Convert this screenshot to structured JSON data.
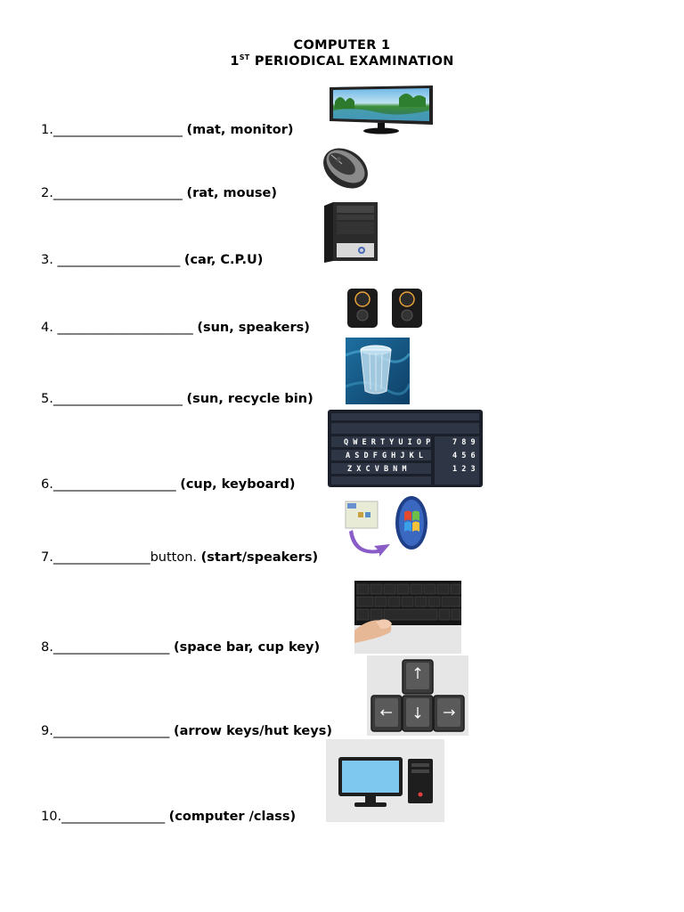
{
  "header": {
    "line1": "COMPUTER 1",
    "line2_num": "1",
    "line2_sup": "ST",
    "line2_rest": " PERIODICAL EXAMINATION"
  },
  "questions": [
    {
      "num": "1.",
      "blank": "____________________ ",
      "mid": "",
      "choices": "(mat, monitor)",
      "image": "monitor-image"
    },
    {
      "num": "2.",
      "blank": "____________________ ",
      "mid": "",
      "choices": "(rat, mouse)",
      "image": "mouse-image"
    },
    {
      "num": "3.",
      "blank": " ___________________  ",
      "mid": "",
      "choices": "(car, C.P.U)",
      "image": "cpu-tower-image"
    },
    {
      "num": "4.",
      "blank": " _____________________ ",
      "mid": "",
      "choices": "(sun, speakers)",
      "image": "speakers-image"
    },
    {
      "num": "5.",
      "blank": "____________________ ",
      "mid": "",
      "choices": "(sun, recycle bin)",
      "image": "recycle-bin-image"
    },
    {
      "num": "6.",
      "blank": "___________________ ",
      "mid": "",
      "choices": "(cup, keyboard)",
      "image": "keyboard-image"
    },
    {
      "num": "7.",
      "blank": "_______________",
      "mid": "button. ",
      "choices": "(start/speakers)",
      "image": "start-button-image"
    },
    {
      "num": "8.",
      "blank": "__________________ ",
      "mid": "",
      "choices": "(space bar, cup key)",
      "image": "space-bar-image"
    },
    {
      "num": "9.",
      "blank": "__________________ ",
      "mid": "",
      "choices": "(arrow keys/hut keys)",
      "image": "arrow-keys-image"
    },
    {
      "num": "10.",
      "blank": "________________ ",
      "mid": "",
      "choices": "(computer /class)",
      "image": "computer-set-image"
    }
  ],
  "keyboard": {
    "row1": "Q W E R T Y U I O P",
    "row2": "A S D F G H J K L",
    "row3": "Z X C V B N M",
    "nums1": "7 8 9",
    "nums2": "4 5 6",
    "nums3": "1 2 3"
  },
  "colors": {
    "text": "#000000",
    "screen_blue": "#7ec8f0",
    "speaker_accent": "#e8a23a",
    "arrow_purple": "#8a5cc8"
  }
}
